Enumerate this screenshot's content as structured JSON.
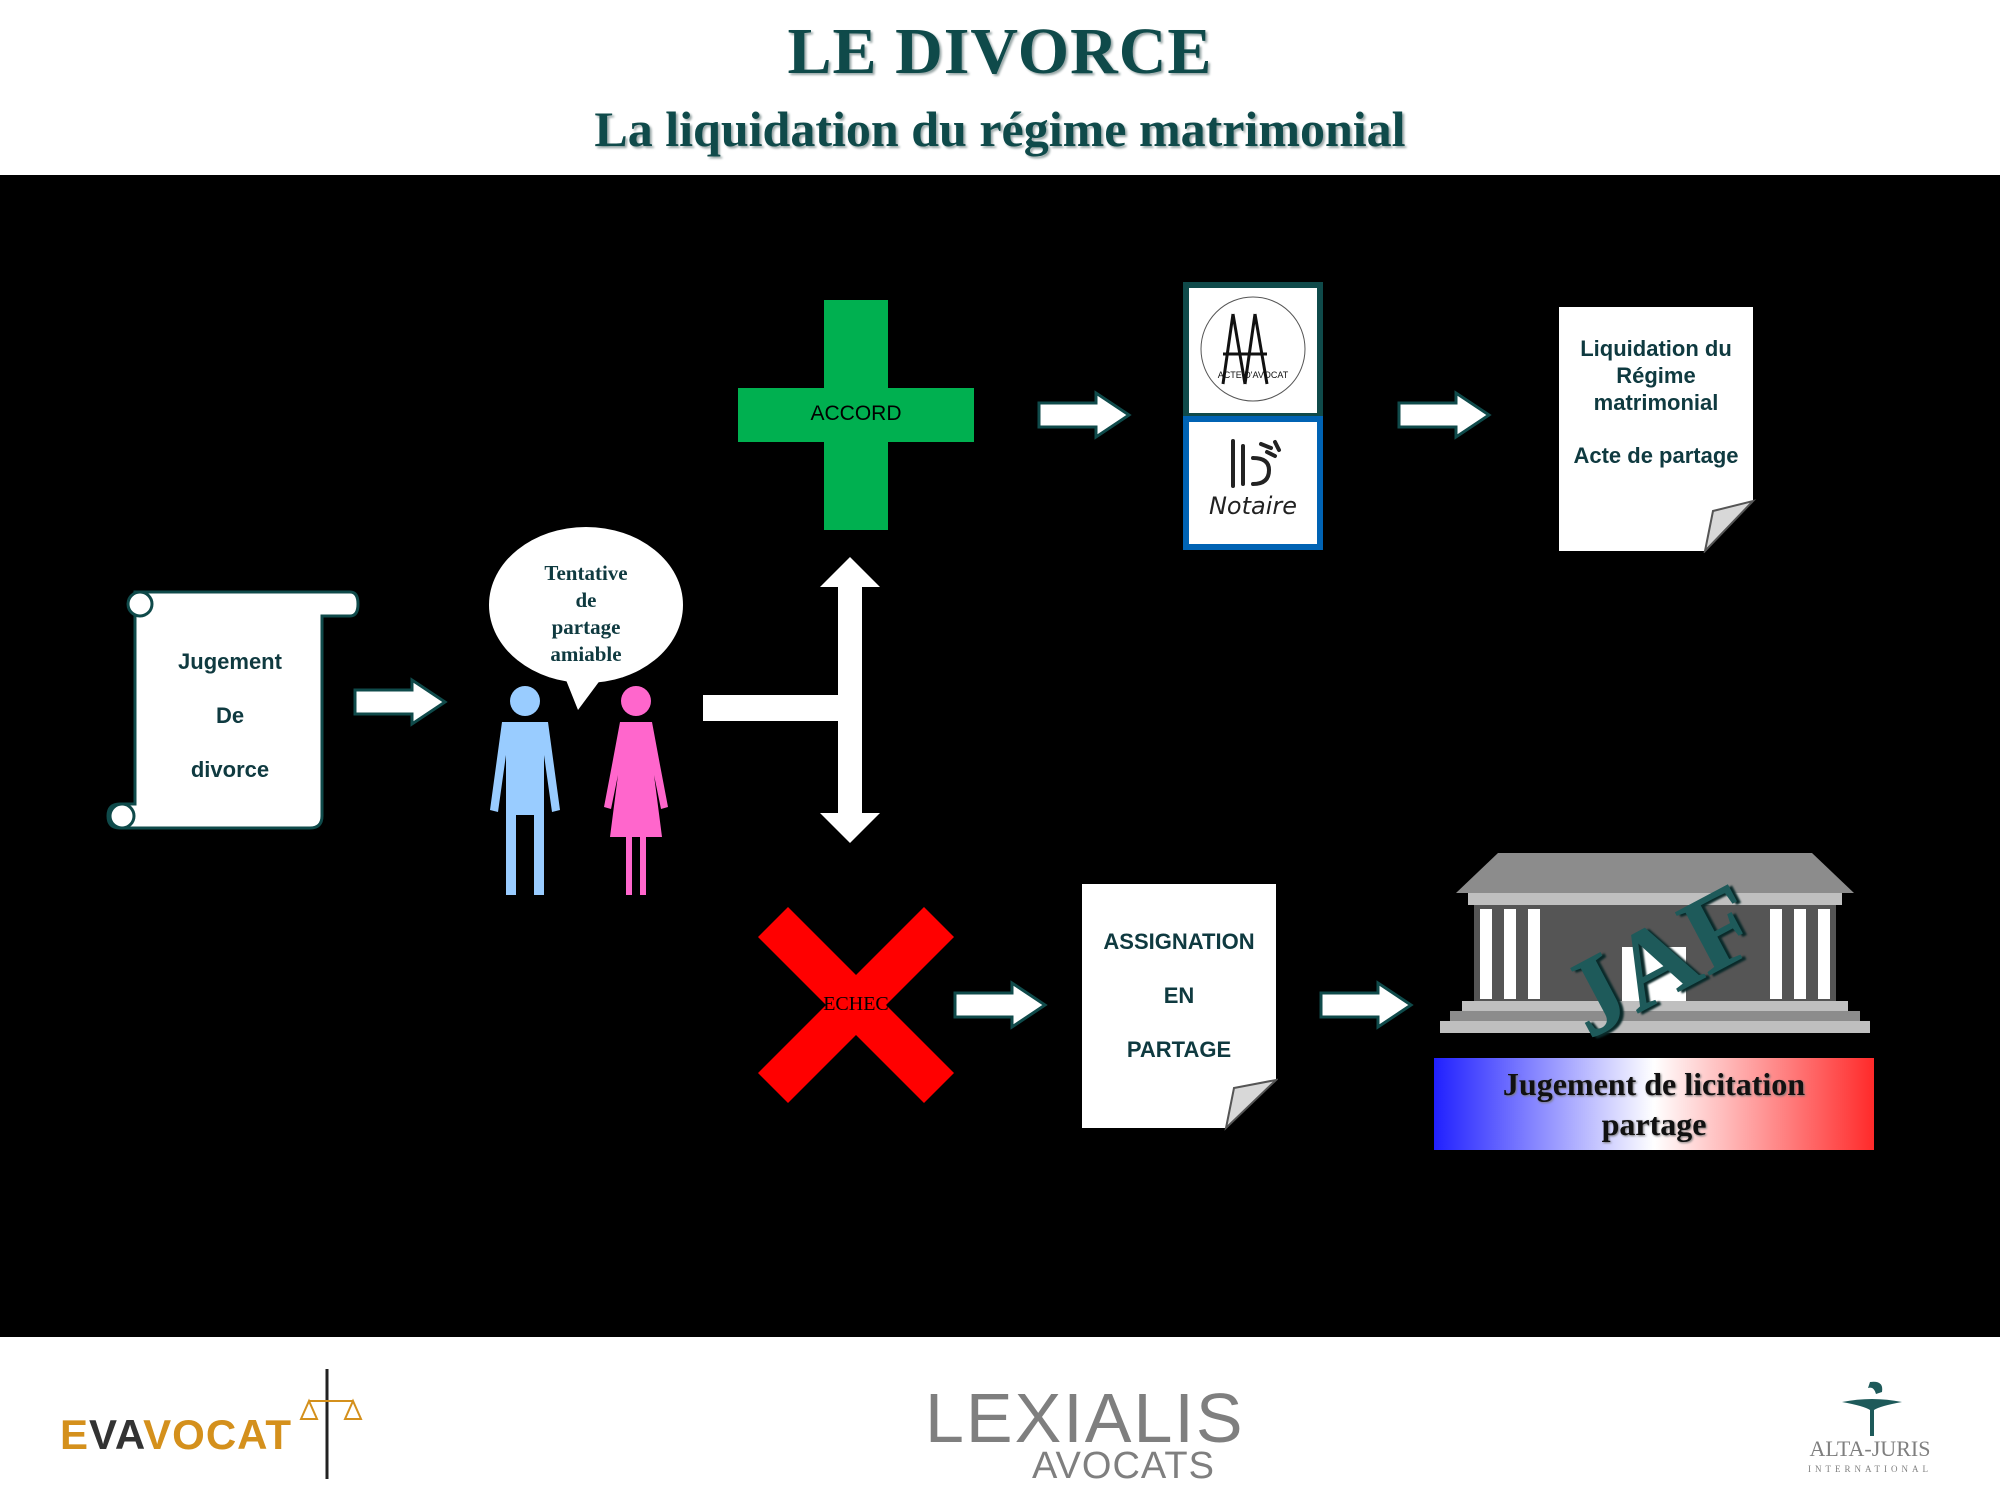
{
  "header": {
    "title": "LE DIVORCE",
    "subtitle": "La liquidation du régime matrimonial"
  },
  "diagram": {
    "jugement": {
      "line1": "Jugement",
      "line2": "De",
      "line3": "divorce"
    },
    "tentative": {
      "line1": "Tentative",
      "line2": "de",
      "line3": "partage",
      "line4": "amiable"
    },
    "accord": "ACCORD",
    "echec": "ECHEC",
    "acte_avocat": {
      "letters": "AA",
      "caption": "ACTE D'AVOCAT"
    },
    "notaire": "Notaire",
    "liquidation": {
      "line1": "Liquidation du",
      "line2": "Régime",
      "line3": "matrimonial",
      "line4": "Acte de partage"
    },
    "assignation": {
      "line1": "ASSIGNATION",
      "line2": "EN",
      "line3": "PARTAGE"
    },
    "jaf": "JAF",
    "jugement_licitation": {
      "line1": "Jugement de licitation",
      "line2": "partage"
    }
  },
  "footer": {
    "logo_left": {
      "part1": "E",
      "part2": "V",
      "part3": "A",
      "part4": "VOCAT"
    },
    "logo_center": {
      "line1": "LEXIALIS",
      "line2": "AVOCATS"
    },
    "logo_right": {
      "line1": "ALTA-JURIS",
      "line2": "INTERNATIONAL"
    }
  },
  "colors": {
    "title": "#0f4a4a",
    "accord_green": "#00b050",
    "echec_red": "#ff0000",
    "man_blue": "#99ccff",
    "woman_pink": "#ff66cc",
    "teal": "#0f4a4a",
    "gold": "#d4901c"
  }
}
